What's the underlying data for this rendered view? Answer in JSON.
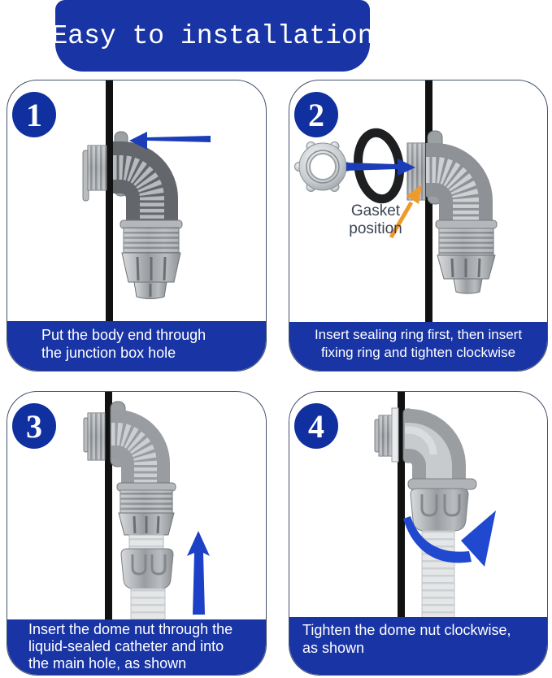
{
  "title_banner": {
    "text": "Easy to installation"
  },
  "panels": [
    {
      "number": "1",
      "caption": [
        "Put the body end through",
        "the junction box hole"
      ]
    },
    {
      "number": "2",
      "caption": [
        "Insert sealing ring first, then insert",
        "fixing ring and tighten clockwise"
      ],
      "annotation": [
        "Gasket",
        "position"
      ]
    },
    {
      "number": "3",
      "caption": [
        "Insert the dome nut through the",
        "liquid-sealed catheter and into",
        "the main hole, as shown"
      ]
    },
    {
      "number": "4",
      "caption": [
        "Tighten the dome nut clockwise,",
        "as shown"
      ]
    }
  ],
  "colors": {
    "banner_blue": "#1834a5",
    "step_circle_blue": "#10309f",
    "arrow_blue": "#1c3db8",
    "pointer_orange": "#ef9a2d",
    "annotation_text": "#3b4554"
  }
}
